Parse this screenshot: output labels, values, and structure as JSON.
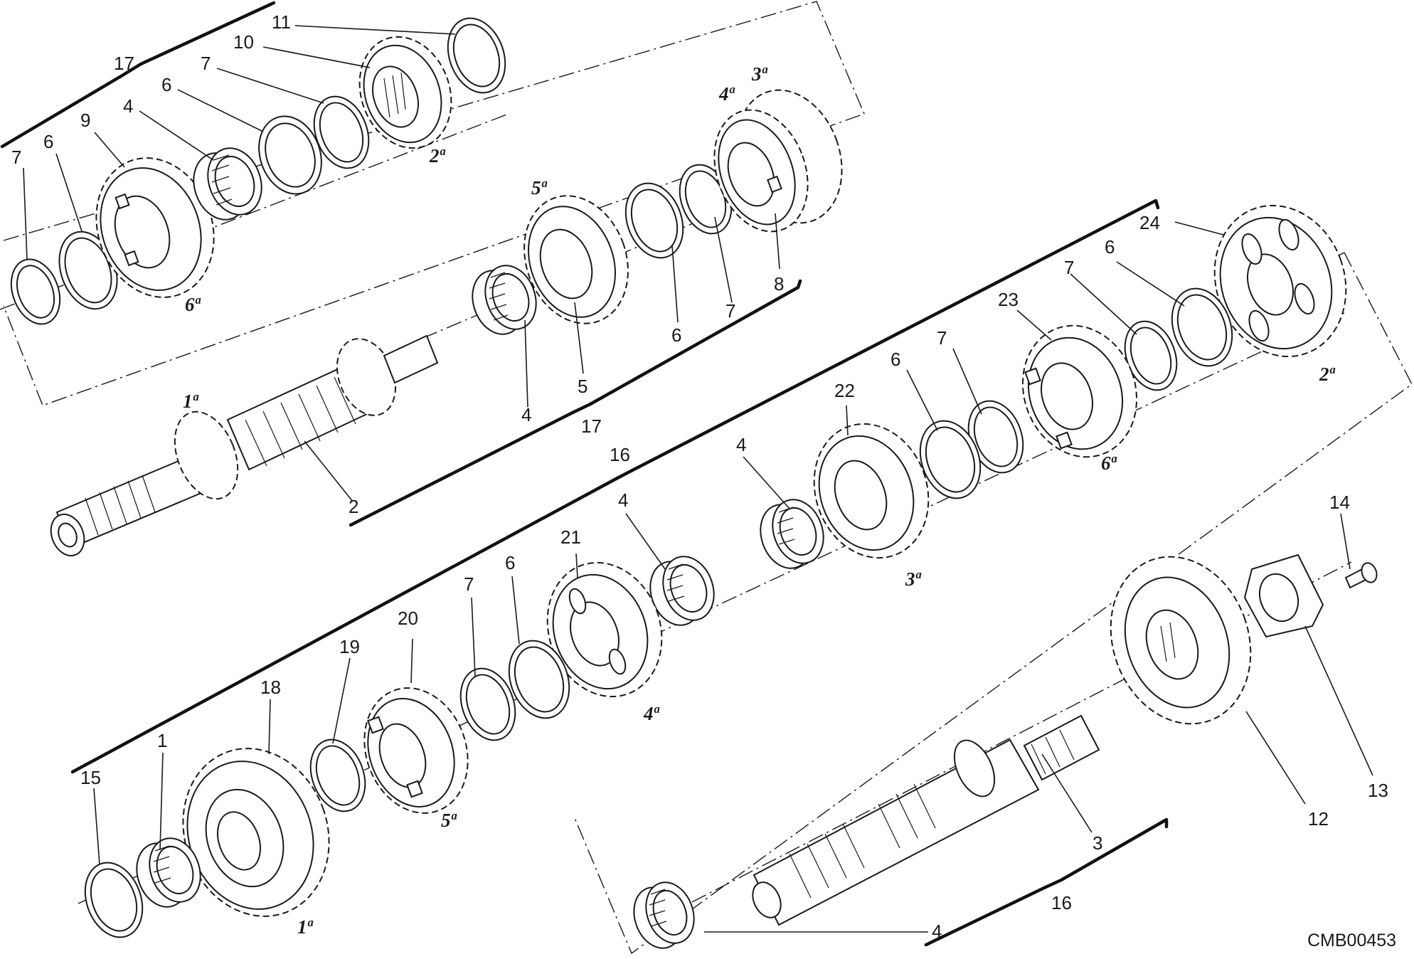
{
  "drawing_code": "CMB00453",
  "gear_labels": {
    "a": "6ª",
    "b": "2ª",
    "c": "5ª",
    "d": "4ª",
    "e": "3ª",
    "f": "1ª",
    "g": "2ª",
    "h": "6ª",
    "i": "3ª",
    "j": "4ª",
    "k": "5ª",
    "l": "1ª"
  },
  "callouts": {
    "c11": "11",
    "c10": "10",
    "c17a": "17",
    "c7a": "7",
    "c6a": "6",
    "c9": "9",
    "c4a": "4",
    "c6b": "6",
    "c7b": "7",
    "c8": "8",
    "c7c": "7",
    "c6c": "6",
    "c5": "5",
    "c4b": "4",
    "c17b": "17",
    "c2": "2",
    "c16a": "16",
    "c24": "24",
    "c6d": "6",
    "c7d": "7",
    "c23": "23",
    "c7e": "7",
    "c6e": "6",
    "c22": "22",
    "c4c": "4",
    "c21": "21",
    "c4d": "4",
    "c6f": "6",
    "c7f": "7",
    "c20": "20",
    "c19": "19",
    "c18": "18",
    "c1": "1",
    "c15": "15",
    "c14": "14",
    "c13": "13",
    "c12": "12",
    "c3": "3",
    "c16b": "16",
    "c4e": "4"
  }
}
